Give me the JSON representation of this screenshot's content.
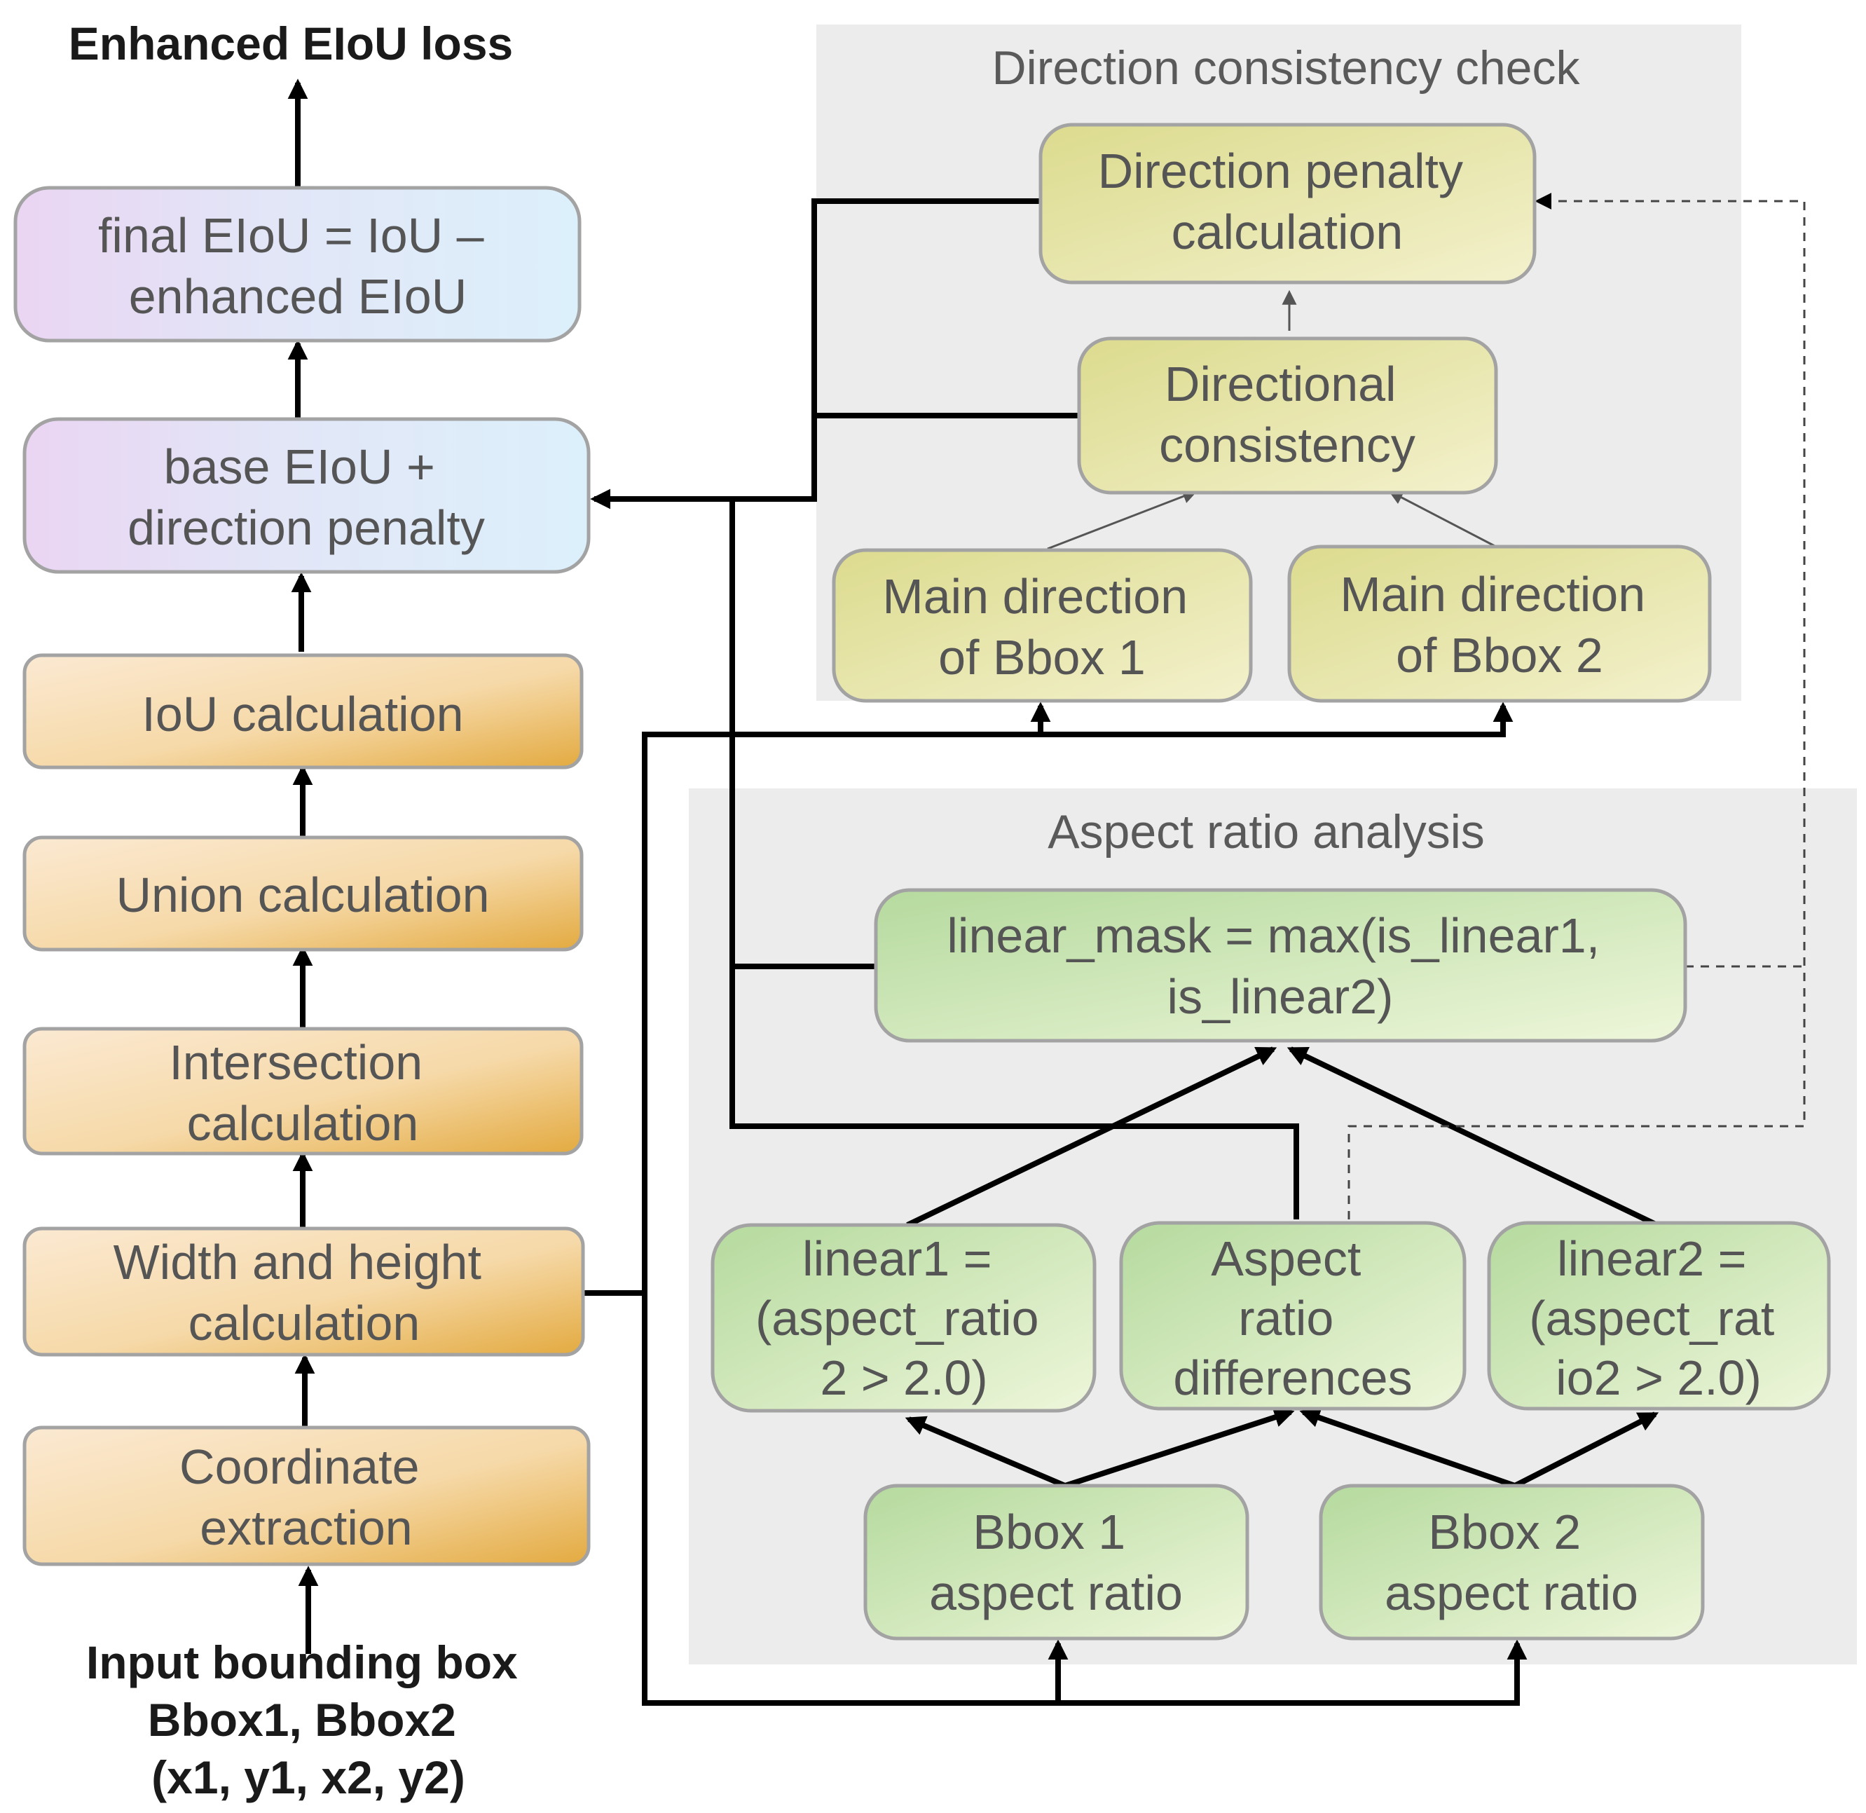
{
  "output_label": "Enhanced EIoU loss",
  "input_label": [
    "Input  bounding box",
    "Bbox1, Bbox2",
    "(x1, y1, x2, y2)"
  ],
  "panels": {
    "direction": "Direction consistency check",
    "aspect": "Aspect ratio analysis"
  },
  "pipeline": {
    "final": [
      "final EIoU = IoU –",
      "enhanced EIoU"
    ],
    "base": [
      "base EIoU +",
      "direction penalty"
    ],
    "iou": [
      "IoU calculation"
    ],
    "union": [
      "Union calculation"
    ],
    "intersection": [
      "Intersection",
      "calculation"
    ],
    "wh": [
      "Width and height",
      "calculation"
    ],
    "coord": [
      "Coordinate",
      "extraction"
    ]
  },
  "direction_nodes": {
    "penalty": [
      "Direction penalty",
      "calculation"
    ],
    "consistency": [
      "Directional",
      "consistency"
    ],
    "main1": [
      "Main direction",
      "of Bbox 1"
    ],
    "main2": [
      "Main direction",
      "of Bbox 2"
    ]
  },
  "aspect_nodes": {
    "mask": [
      "linear_mask = max(is_linear1,",
      "is_linear2)"
    ],
    "linear1": [
      "linear1 =",
      "(aspect_ratio",
      "2 > 2.0)"
    ],
    "diff": [
      "Aspect",
      "ratio",
      "differences"
    ],
    "linear2": [
      "linear2 =",
      "(aspect_rat",
      "io2 > 2.0)"
    ],
    "bbox1": [
      "Bbox 1",
      "aspect ratio"
    ],
    "bbox2": [
      "Bbox 2",
      "aspect ratio"
    ]
  },
  "colors": {
    "panel_bg": "#ececec",
    "orange_light": "#fbe8cf",
    "orange_dark": "#e3ac44",
    "lavender": "#ead7f2",
    "sky": "#dff0fb",
    "olive_dark": "#dedd93",
    "olive_light": "#f1efc6",
    "green_dark": "#b7dca1",
    "green_light": "#edf5d6"
  }
}
